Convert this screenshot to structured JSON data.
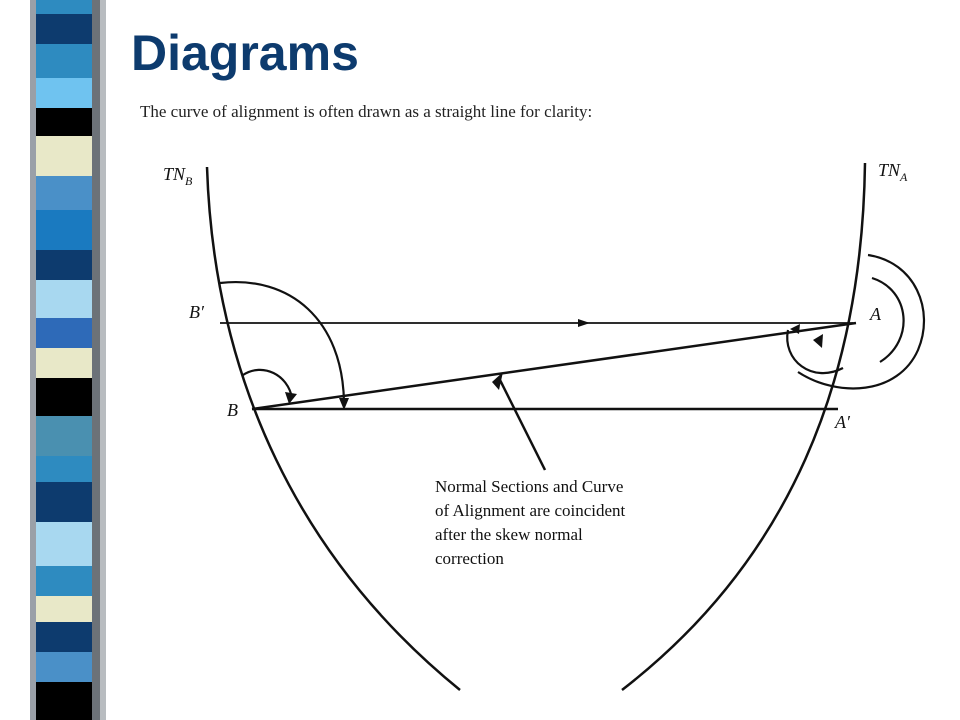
{
  "slide": {
    "title": "Diagrams",
    "subtitle": "The curve of alignment is often drawn as a straight line for clarity:"
  },
  "diagram": {
    "labels": {
      "tn_b_main": "TN",
      "tn_b_sub": "B",
      "tn_a_main": "TN",
      "tn_a_sub": "A",
      "b_prime": "B′",
      "b": "B",
      "a": "A",
      "a_prime": "A′"
    },
    "note_lines": [
      "Normal Sections and Curve",
      "of Alignment are coincident",
      "after the skew normal",
      "correction"
    ]
  },
  "colors": {
    "title": "#0d3b6e",
    "stripe": [
      "#2e8bc0",
      "#0d3b6e",
      "#6fc3f0",
      "#000000",
      "#e8e8c8",
      "#4a90c8",
      "#1a5a9a",
      "#a8d8f0"
    ]
  }
}
